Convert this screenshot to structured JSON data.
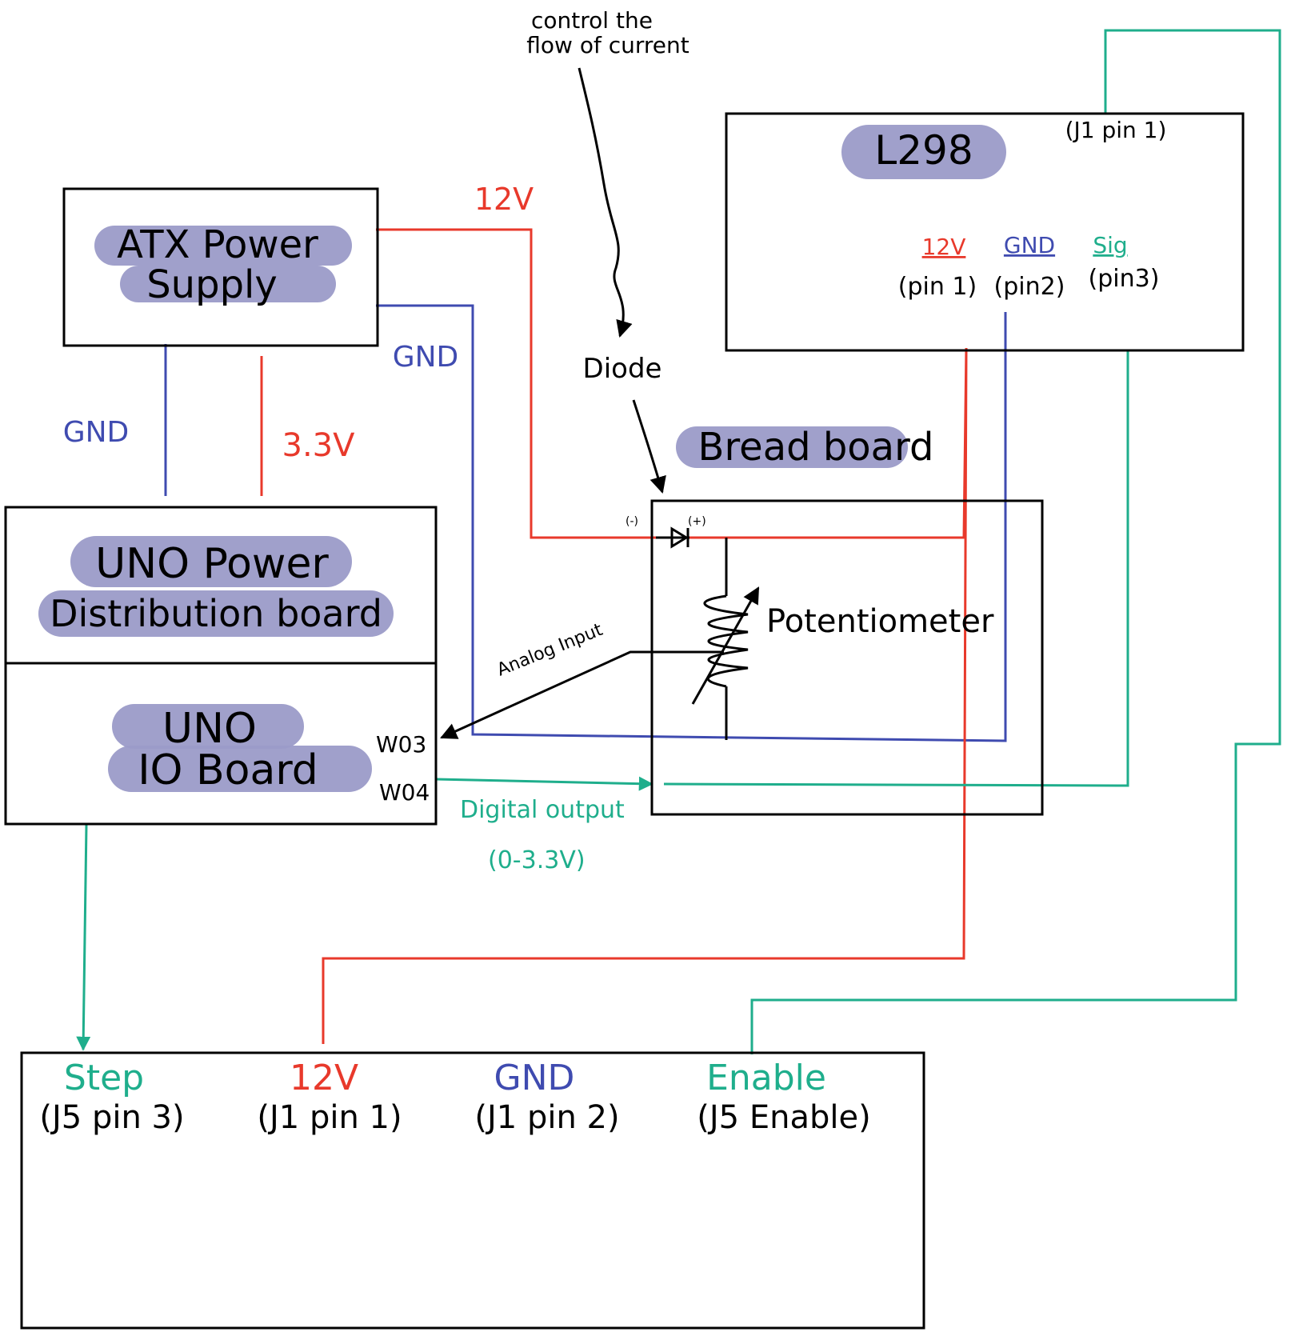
{
  "colors": {
    "red": "#e8392b",
    "blue": "#3f4bb0",
    "green": "#1fae8c",
    "black": "#000000",
    "highlight": "#9b9bc8"
  },
  "components": {
    "atx": {
      "line1": "ATX Power",
      "line2": "Supply"
    },
    "uno_power": {
      "line1": "UNO Power",
      "line2": "Distribution board"
    },
    "uno_io": {
      "line1": "UNO",
      "line2": "IO Board",
      "pin_w03": "W03",
      "pin_w04": "W04"
    },
    "l298": {
      "title": "L298",
      "j1": "(J1 pin 1)",
      "pin_12v": "12V",
      "pin_12v_num": "(pin 1)",
      "pin_gnd": "GND",
      "pin_gnd_num": "(pin2)",
      "pin_sig": "Sig",
      "pin_sig_num": "(pin3)"
    },
    "breadboard": {
      "title": "Bread board",
      "potentiometer": "Potentiometer",
      "cathode": "(-)",
      "anode": "(+)"
    },
    "driver": {
      "step": "Step",
      "step_pin": "(J5 pin 3)",
      "v12": "12V",
      "v12_pin": "(J1 pin 1)",
      "gnd": "GND",
      "gnd_pin": "(J1 pin 2)",
      "enable": "Enable",
      "enable_pin": "(J5 Enable)"
    }
  },
  "wire_labels": {
    "atx_12v": "12V",
    "atx_gnd": "GND",
    "uno_gnd": "GND",
    "uno_33v": "3.3V",
    "analog_input": "Analog Input",
    "digital_output": "Digital output",
    "digital_range": "(0-3.3V)"
  },
  "annotations": {
    "control_line1": "control the",
    "control_line2": "flow of current",
    "diode": "Diode"
  }
}
